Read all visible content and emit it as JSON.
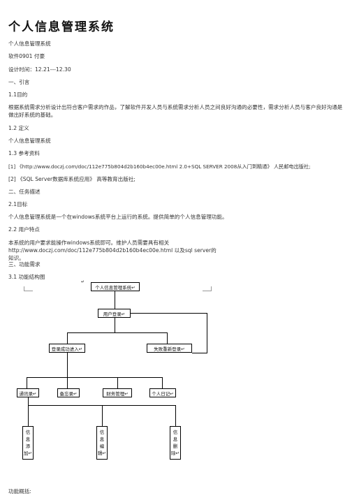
{
  "doc": {
    "title": "个人信息管理系统",
    "lines": {
      "l1": "个人信息管理系统",
      "l2": "软件0901 付豪",
      "l3": "设计时间：12.21---12.30",
      "l4": "一、引言",
      "l5": "1.1目的",
      "l6": "根据系统需求分析设计出符合客户需求的作品，了解软件开发人员与系统需求分析人员之间良好沟通的必要性，需求分析人员与客户良好沟通是做出好系统的基础。",
      "l7": "1.2 定义",
      "l8": "个人信息管理系统",
      "l9": "1.3 参考资料",
      "l10": "[1] 《http://www.doczj.com/doc/112e775b804d2b160b4ec00e.html 2.0+SQL SERVER 2008从入门到精通》 人民邮电出版社;",
      "l11": "[2] 《SQL Server数据库系统应用》 高等教育出版社;",
      "l12": "二、任务描述",
      "l13": "2.1目标",
      "l14": "个人信息管理系统是一个在windows系统平台上运行的系统。提供简单的个人信息管理功能。",
      "l15": "2.2 用户特点",
      "l16": "本系统的用户要求能操作windows系统即可。维护人员需要具有相关http://www.doczj.com/doc/112e775b804d2b160b4ec00e.html 以及sql server的知识。",
      "l17": "三、功能需求",
      "l18": "3.1 功能结构图",
      "l19": "功能概括:"
    }
  },
  "diagram": {
    "root": "个人信息管理系统↵",
    "login": "用户登录↵",
    "success": "登录成功进入↵",
    "fail": "失败重新登录↵",
    "contacts": "通讯录↵",
    "memo": "备忘录↵",
    "finance": "财务管理↵",
    "diary": "个人日记↵",
    "add": [
      "信",
      "息",
      "添",
      "加↵"
    ],
    "edit": [
      "信",
      "息",
      "编",
      "辑↵"
    ],
    "del": [
      "信",
      "息",
      "删",
      "除↵"
    ],
    "marker": "↵"
  }
}
